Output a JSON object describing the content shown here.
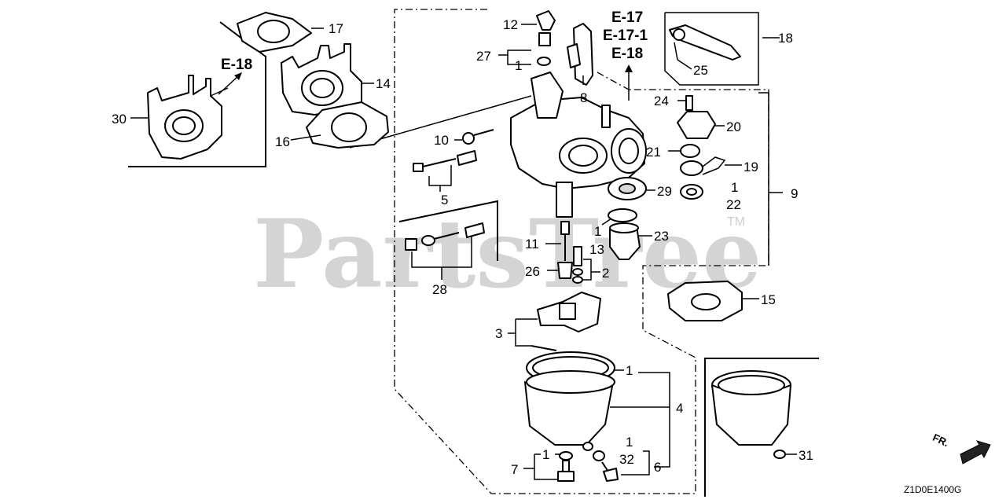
{
  "watermark": {
    "text": "PartsTree",
    "trademark": "TM"
  },
  "diagram_code": "Z1D0E1400G",
  "front_arrow": {
    "label": "FR."
  },
  "references": {
    "e18_left": "E-18",
    "e17": "E-17",
    "e17_1": "E-17-1",
    "e18_top": "E-18"
  },
  "labels": {
    "p1_a": "1",
    "p1_b": "1",
    "p1_c": "1",
    "p1_d": "1",
    "p1_e": "1",
    "p1_f": "1",
    "p1_g": "1",
    "p2": "2",
    "p3": "3",
    "p4": "4",
    "p5": "5",
    "p6": "6",
    "p7": "7",
    "p8": "8",
    "p9": "9",
    "p10": "10",
    "p11": "11",
    "p12": "12",
    "p13": "13",
    "p14": "14",
    "p15": "15",
    "p16": "16",
    "p17": "17",
    "p18": "18",
    "p19": "19",
    "p20": "20",
    "p21": "21",
    "p22": "22",
    "p23": "23",
    "p24": "24",
    "p25": "25",
    "p26": "26",
    "p27": "27",
    "p28": "28",
    "p29": "29",
    "p30": "30",
    "p31": "31",
    "p32": "32"
  },
  "colors": {
    "line": "#000000",
    "watermark": "#d4d4d4",
    "background": "#ffffff"
  }
}
